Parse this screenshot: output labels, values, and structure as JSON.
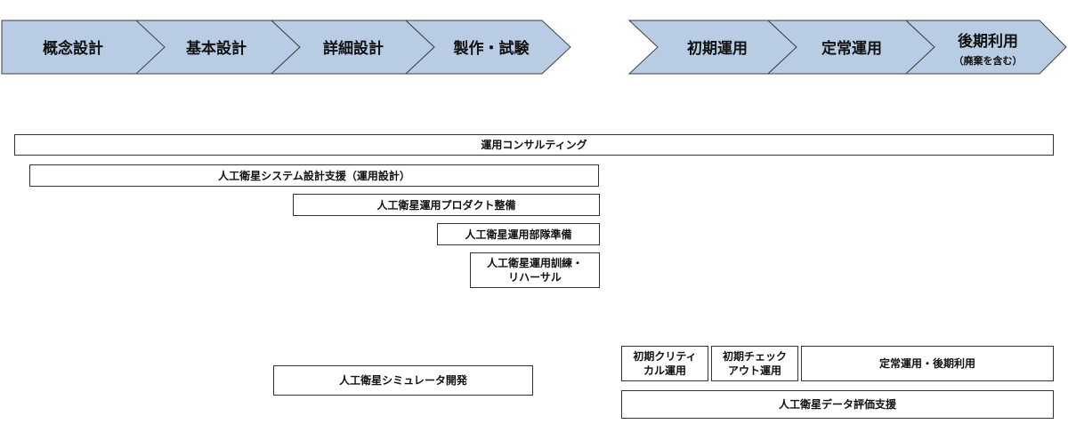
{
  "phases": {
    "conceptual_design": "概念設計",
    "basic_design": "基本設計",
    "detailed_design": "詳細設計",
    "manufacturing_test": "製作・試験",
    "initial_operation": "初期運用",
    "routine_operation": "定常運用",
    "later_use": "後期利用",
    "later_use_note": "（廃棄を含む）"
  },
  "colors": {
    "phase_fill": "#b8cce4",
    "phase_stroke": "#404040",
    "box_border": "#333333"
  },
  "services": {
    "operations_consulting": "運用コンサルティング",
    "operations_design_support": "人工衛星システム設計支援（運用設計）",
    "operations_product_development": "人工衛星運用プロダクト整備",
    "operations_team_preparation": "人工衛星運用部隊準備",
    "operations_training_rehearsal": "人工衛星運用訓練・\nリハーサル",
    "simulator_development": "人工衛星シミュレータ開発",
    "initial_critical_operation": "初期クリティ\nカル運用",
    "initial_checkout_operation": "初期チェック\nアウト運用",
    "routine_and_later_operation": "定常運用・後期利用",
    "data_evaluation_support": "人工衛星データ評価支援"
  }
}
